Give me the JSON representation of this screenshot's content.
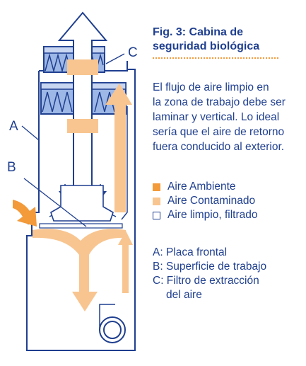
{
  "figure": {
    "title_lines": [
      "Fig. 3: Cabina de",
      "seguridad biológica"
    ],
    "description_lines": [
      "El flujo de aire limpio en",
      "la zona de trabajo debe ser",
      "laminar y vertical. Lo ideal",
      "sería que el aire de retorno",
      "fuera conducido al exterior."
    ]
  },
  "legend": [
    {
      "label": "Aire Ambiente",
      "color": "#f39a3a"
    },
    {
      "label": "Aire Contaminado",
      "color": "#f8c590"
    },
    {
      "label": "Aire limpio, filtrado",
      "color": "#ffffff"
    }
  ],
  "keys": [
    {
      "line1": "A:  Placa frontal",
      "line2": ""
    },
    {
      "line1": "B:  Superficie de trabajo",
      "line2": ""
    },
    {
      "line1": "C:  Filtro de extracción",
      "line2": "del aire"
    }
  ],
  "callouts": {
    "a": "A",
    "b": "B",
    "c": "C"
  },
  "colors": {
    "line": "#1f3f8f",
    "filter": "#9db7e6",
    "ambient": "#f39a3a",
    "contaminated": "#f8c590"
  }
}
